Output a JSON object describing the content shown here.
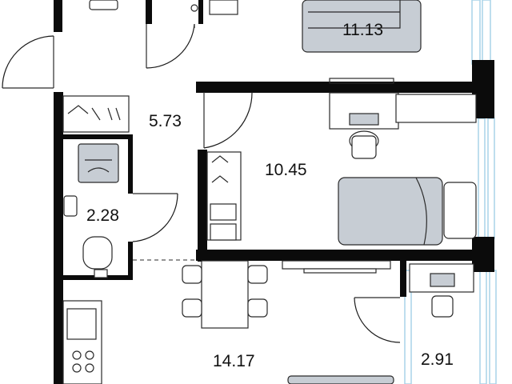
{
  "floor_plan": {
    "rooms": [
      {
        "id": "bedroom-top",
        "area": "11.13"
      },
      {
        "id": "hallway",
        "area": "5.73"
      },
      {
        "id": "bedroom-middle",
        "area": "10.45"
      },
      {
        "id": "bathroom",
        "area": "2.28"
      },
      {
        "id": "living-kitchen",
        "area": "14.17"
      },
      {
        "id": "balcony",
        "area": "2.91"
      }
    ],
    "colors": {
      "wall": "#0b0b0b",
      "furniture_fill": "#c7cdd4",
      "glass": "#a9d3e8",
      "background": "#ffffff"
    }
  }
}
